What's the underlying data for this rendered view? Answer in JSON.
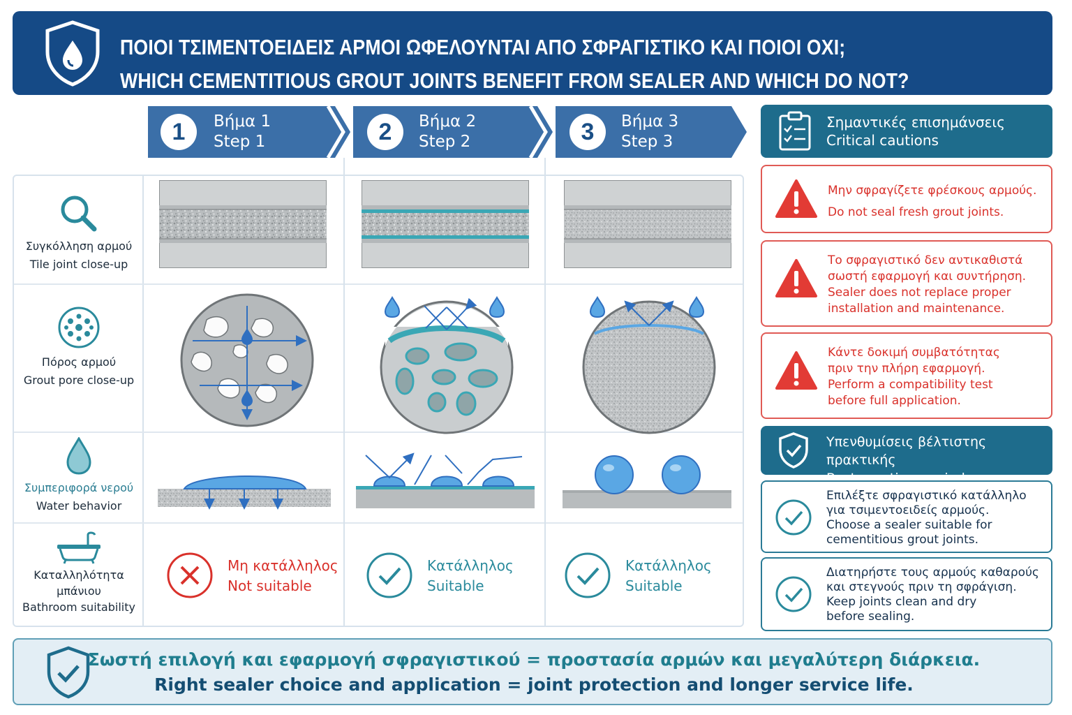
{
  "header": {
    "title_el": "ΠΟΙΟΙ ΤΣΙΜΕΝΤΟΕΙΔΕΙΣ ΑΡΜΟΙ ΩΦΕΛΟΥΝΤΑΙ ΑΠΟ ΣΦΡΑΓΙΣΤΙΚΟ ΚΑΙ ΠΟΙΟΙ ΟΧΙ;",
    "title_en": "WHICH CEMENTITIOUS GROUT JOINTS BENEFIT FROM SEALER AND WHICH DO NOT?",
    "icon": "water-drop-shield-icon"
  },
  "steps": [
    {
      "num": "1",
      "el": "Βήμα 1",
      "en": "Step 1"
    },
    {
      "num": "2",
      "el": "Βήμα 2",
      "en": "Step 2"
    },
    {
      "num": "3",
      "el": "Βήμα 3",
      "en": "Step 3"
    }
  ],
  "rows": [
    {
      "el": "Συγκόλληση αρμού",
      "en": "Tile joint close-up",
      "icon": "magnifier-icon"
    },
    {
      "el": "Πόρος αρμού",
      "en": "Grout pore close-up",
      "icon": "pore-icon"
    },
    {
      "el": "Συμπεριφορά νερού",
      "en": "Water behavior",
      "icon": "water-drop-icon"
    },
    {
      "el1": "Καταλληλότητα",
      "el2": "μπάνιου",
      "en": "Bathroom suitability",
      "icon": "bathtub-icon"
    }
  ],
  "suitability": [
    {
      "el": "Μη κατάλληλος",
      "en": "Not suitable",
      "icon": "cross-icon",
      "color": "#d9312b"
    },
    {
      "el": "Κατάλληλος",
      "en": "Suitable",
      "icon": "check-icon",
      "color": "#2a8a9c"
    },
    {
      "el": "Κατάλληλος",
      "en": "Suitable",
      "icon": "check-icon",
      "color": "#2a8a9c"
    }
  ],
  "cautions": {
    "heading_el": "Σημαντικές επισημάνσεις",
    "heading_en": "Critical cautions",
    "icon": "clipboard-icon",
    "items": [
      {
        "el": [
          "Μην σφραγίζετε φρέσκους αρμούς."
        ],
        "en": [
          "Do not seal fresh grout joints."
        ]
      },
      {
        "el": [
          "Το σφραγιστικό δεν αντικαθιστά",
          "σωστή εφαρμογή και συντήρηση."
        ],
        "en": [
          "Sealer does not replace proper",
          "installation and maintenance."
        ]
      },
      {
        "el": [
          "Κάντε δοκιμή συμβατότητας",
          "πριν την πλήρη εφαρμογή."
        ],
        "en": [
          "Perform a compatibility test",
          "before full application."
        ]
      }
    ]
  },
  "reminders": {
    "heading_el": "Υπενθυμίσεις βέλτιστης πρακτικής",
    "heading_en": "Best-practice reminders",
    "icon": "check-shield-icon",
    "items": [
      {
        "lines": [
          "Επιλέξτε σφραγιστικό κατάλληλο",
          "για τσιμεντοειδείς αρμούς.",
          "Choose a sealer suitable for",
          "cementitious grout joints."
        ]
      },
      {
        "lines": [
          "Διατηρήστε τους αρμούς καθαρούς",
          "και στεγνούς πριν τη σφράγιση.",
          "Keep joints clean and dry",
          "before sealing."
        ]
      }
    ]
  },
  "footer": {
    "el": "Σωστή επιλογή και εφαρμογή σφραγιστικού = προστασία αρμών και μεγαλύτερη διάρκεια.",
    "en": "Right sealer choice and application = joint protection and longer service life.",
    "icon": "check-shield-icon"
  }
}
